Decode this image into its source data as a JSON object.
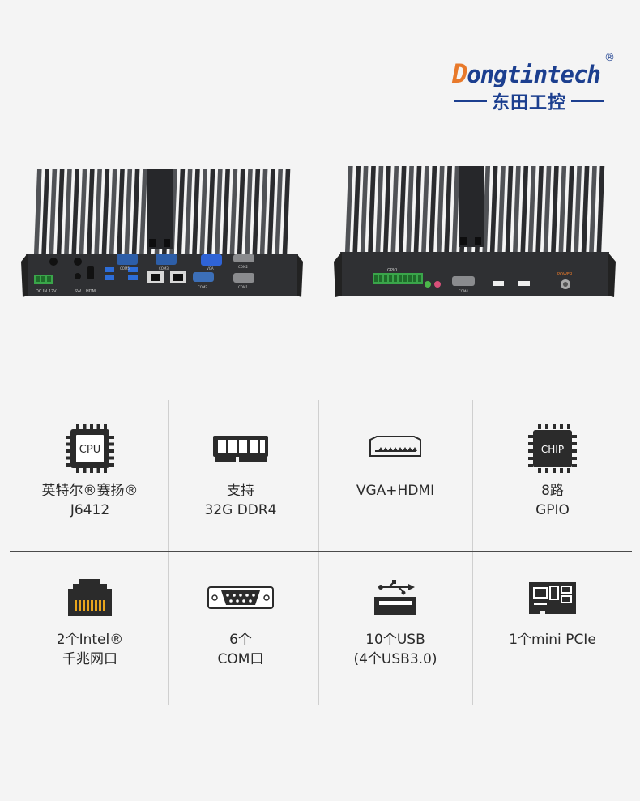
{
  "logo": {
    "brand_first": "D",
    "brand_rest": "ongtintech",
    "registered": "®",
    "chinese": "东田工控"
  },
  "front_panel_labels": {
    "dc_in": "DC IN 12V",
    "sw": "SW",
    "hdmi": "HDMI",
    "com_left": "COM5",
    "com_mid": "COM3",
    "vga": "VGA",
    "com_right_top": "COM2",
    "com_mid_bottom": "COM2",
    "com_right_bottom": "COM1"
  },
  "rear_panel_labels": {
    "gpio": "GPIO",
    "com4": "COM4",
    "power": "POWER"
  },
  "features": [
    {
      "icon": "cpu-icon",
      "line1": "英特尔®赛扬®",
      "line2": "J6412"
    },
    {
      "icon": "memory-icon",
      "line1": "支持",
      "line2": "32G DDR4"
    },
    {
      "icon": "hdmi-port-icon",
      "line1": "VGA+HDMI",
      "line2": ""
    },
    {
      "icon": "chip-icon",
      "line1": "8路",
      "line2": "GPIO"
    },
    {
      "icon": "ethernet-port-icon",
      "line1": "2个Intel®",
      "line2": "千兆网口"
    },
    {
      "icon": "serial-port-icon",
      "line1": "6个",
      "line2": "COM口"
    },
    {
      "icon": "usb-icon",
      "line1": "10个USB",
      "line2": "(4个USB3.0)"
    },
    {
      "icon": "mini-pcie-card-icon",
      "line1": "1个mini PCIe",
      "line2": ""
    }
  ],
  "icon_text": {
    "cpu": "CPU",
    "chip": "CHIP"
  },
  "colors": {
    "brand_blue": "#1c3f8f",
    "brand_orange": "#e8792a",
    "chassis": "#2b2c2e"
  }
}
